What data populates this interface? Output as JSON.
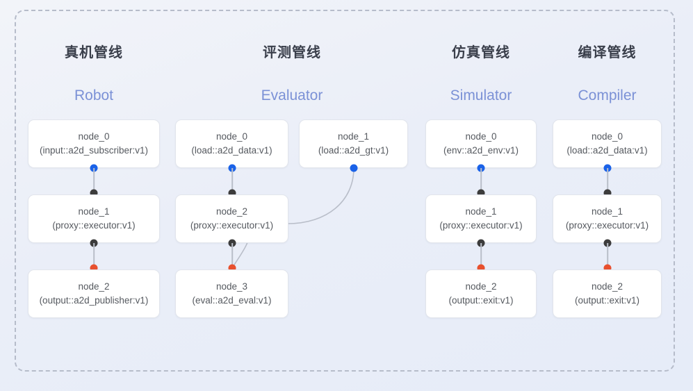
{
  "canvas": {
    "background_start": "#f2f4f9",
    "background_end": "#e6ecf8",
    "frame_border_color": "#b6bcca"
  },
  "palette": {
    "input_port": "#1a62e8",
    "inner_port": "#3c3c3c",
    "output_port": "#e8502e",
    "edge": "#b9bec9",
    "title_cn": "#3a3f4b",
    "title_en": "#7b91d6",
    "node_text": "#55595f",
    "node_bg": "#ffffff",
    "node_border": "#e2e5ec"
  },
  "columns": [
    {
      "title_cn": "真机管线",
      "title_en": "Robot",
      "nodes": [
        {
          "id": "node_0",
          "type": "(input::a2d_subscriber:v1)"
        },
        {
          "id": "node_1",
          "type": "(proxy::executor:v1)"
        },
        {
          "id": "node_2",
          "type": "(output::a2d_publisher:v1)"
        }
      ]
    },
    {
      "title_cn": "评测管线",
      "title_en": "Evaluator",
      "nodes": [
        {
          "id": "node_0",
          "type": "(load::a2d_data:v1)"
        },
        {
          "id": "node_1",
          "type": "(load::a2d_gt:v1)"
        },
        {
          "id": "node_2",
          "type": "(proxy::executor:v1)"
        },
        {
          "id": "node_3",
          "type": "(eval::a2d_eval:v1)"
        }
      ]
    },
    {
      "title_cn": "仿真管线",
      "title_en": "Simulator",
      "nodes": [
        {
          "id": "node_0",
          "type": "(env::a2d_env:v1)"
        },
        {
          "id": "node_1",
          "type": "(proxy::executor:v1)"
        },
        {
          "id": "node_2",
          "type": "(output::exit:v1)"
        }
      ]
    },
    {
      "title_cn": "编译管线",
      "title_en": "Compiler",
      "nodes": [
        {
          "id": "node_0",
          "type": "(load::a2d_data:v1)"
        },
        {
          "id": "node_1",
          "type": "(proxy::executor:v1)"
        },
        {
          "id": "node_2",
          "type": "(output::exit:v1)"
        }
      ]
    }
  ]
}
